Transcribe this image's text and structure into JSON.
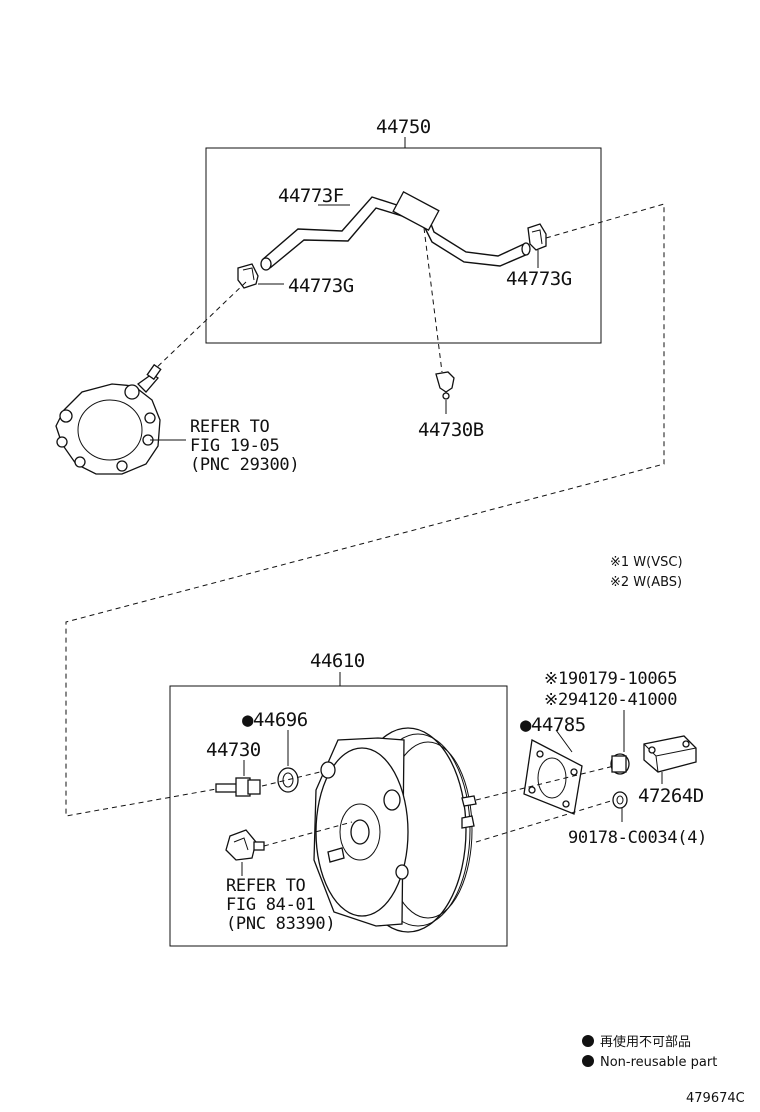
{
  "upper_group": {
    "assembly_pn": "44750",
    "hose_pn": "44773F",
    "clip_left_pn": "44773G",
    "clip_right_pn": "44773G",
    "check_valve_pn": "44730B",
    "pump_ref_line1": "REFER TO",
    "pump_ref_line2": "FIG 19-05",
    "pump_ref_line3": "(PNC 29300)"
  },
  "notes": {
    "note1": "※1 W(VSC)",
    "note2": "※2 W(ABS)"
  },
  "lower_group": {
    "assembly_pn": "44610",
    "grommet_pn": "●44696",
    "valve_pn": "44730",
    "sensor_ref_line1": "REFER TO",
    "sensor_ref_line2": "FIG 84-01",
    "sensor_ref_line3": "(PNC 83390)",
    "gasket_pn": "●44785",
    "alt_pn1": "※190179-10065",
    "alt_pn2": "※294120-41000",
    "bracket_pn": "47264D",
    "nut_pn": "90178-C0034(4)"
  },
  "legend": {
    "dot_jp": "再使用不可部品",
    "dot_en": "Non-reusable part"
  },
  "figure_id": "479674C"
}
